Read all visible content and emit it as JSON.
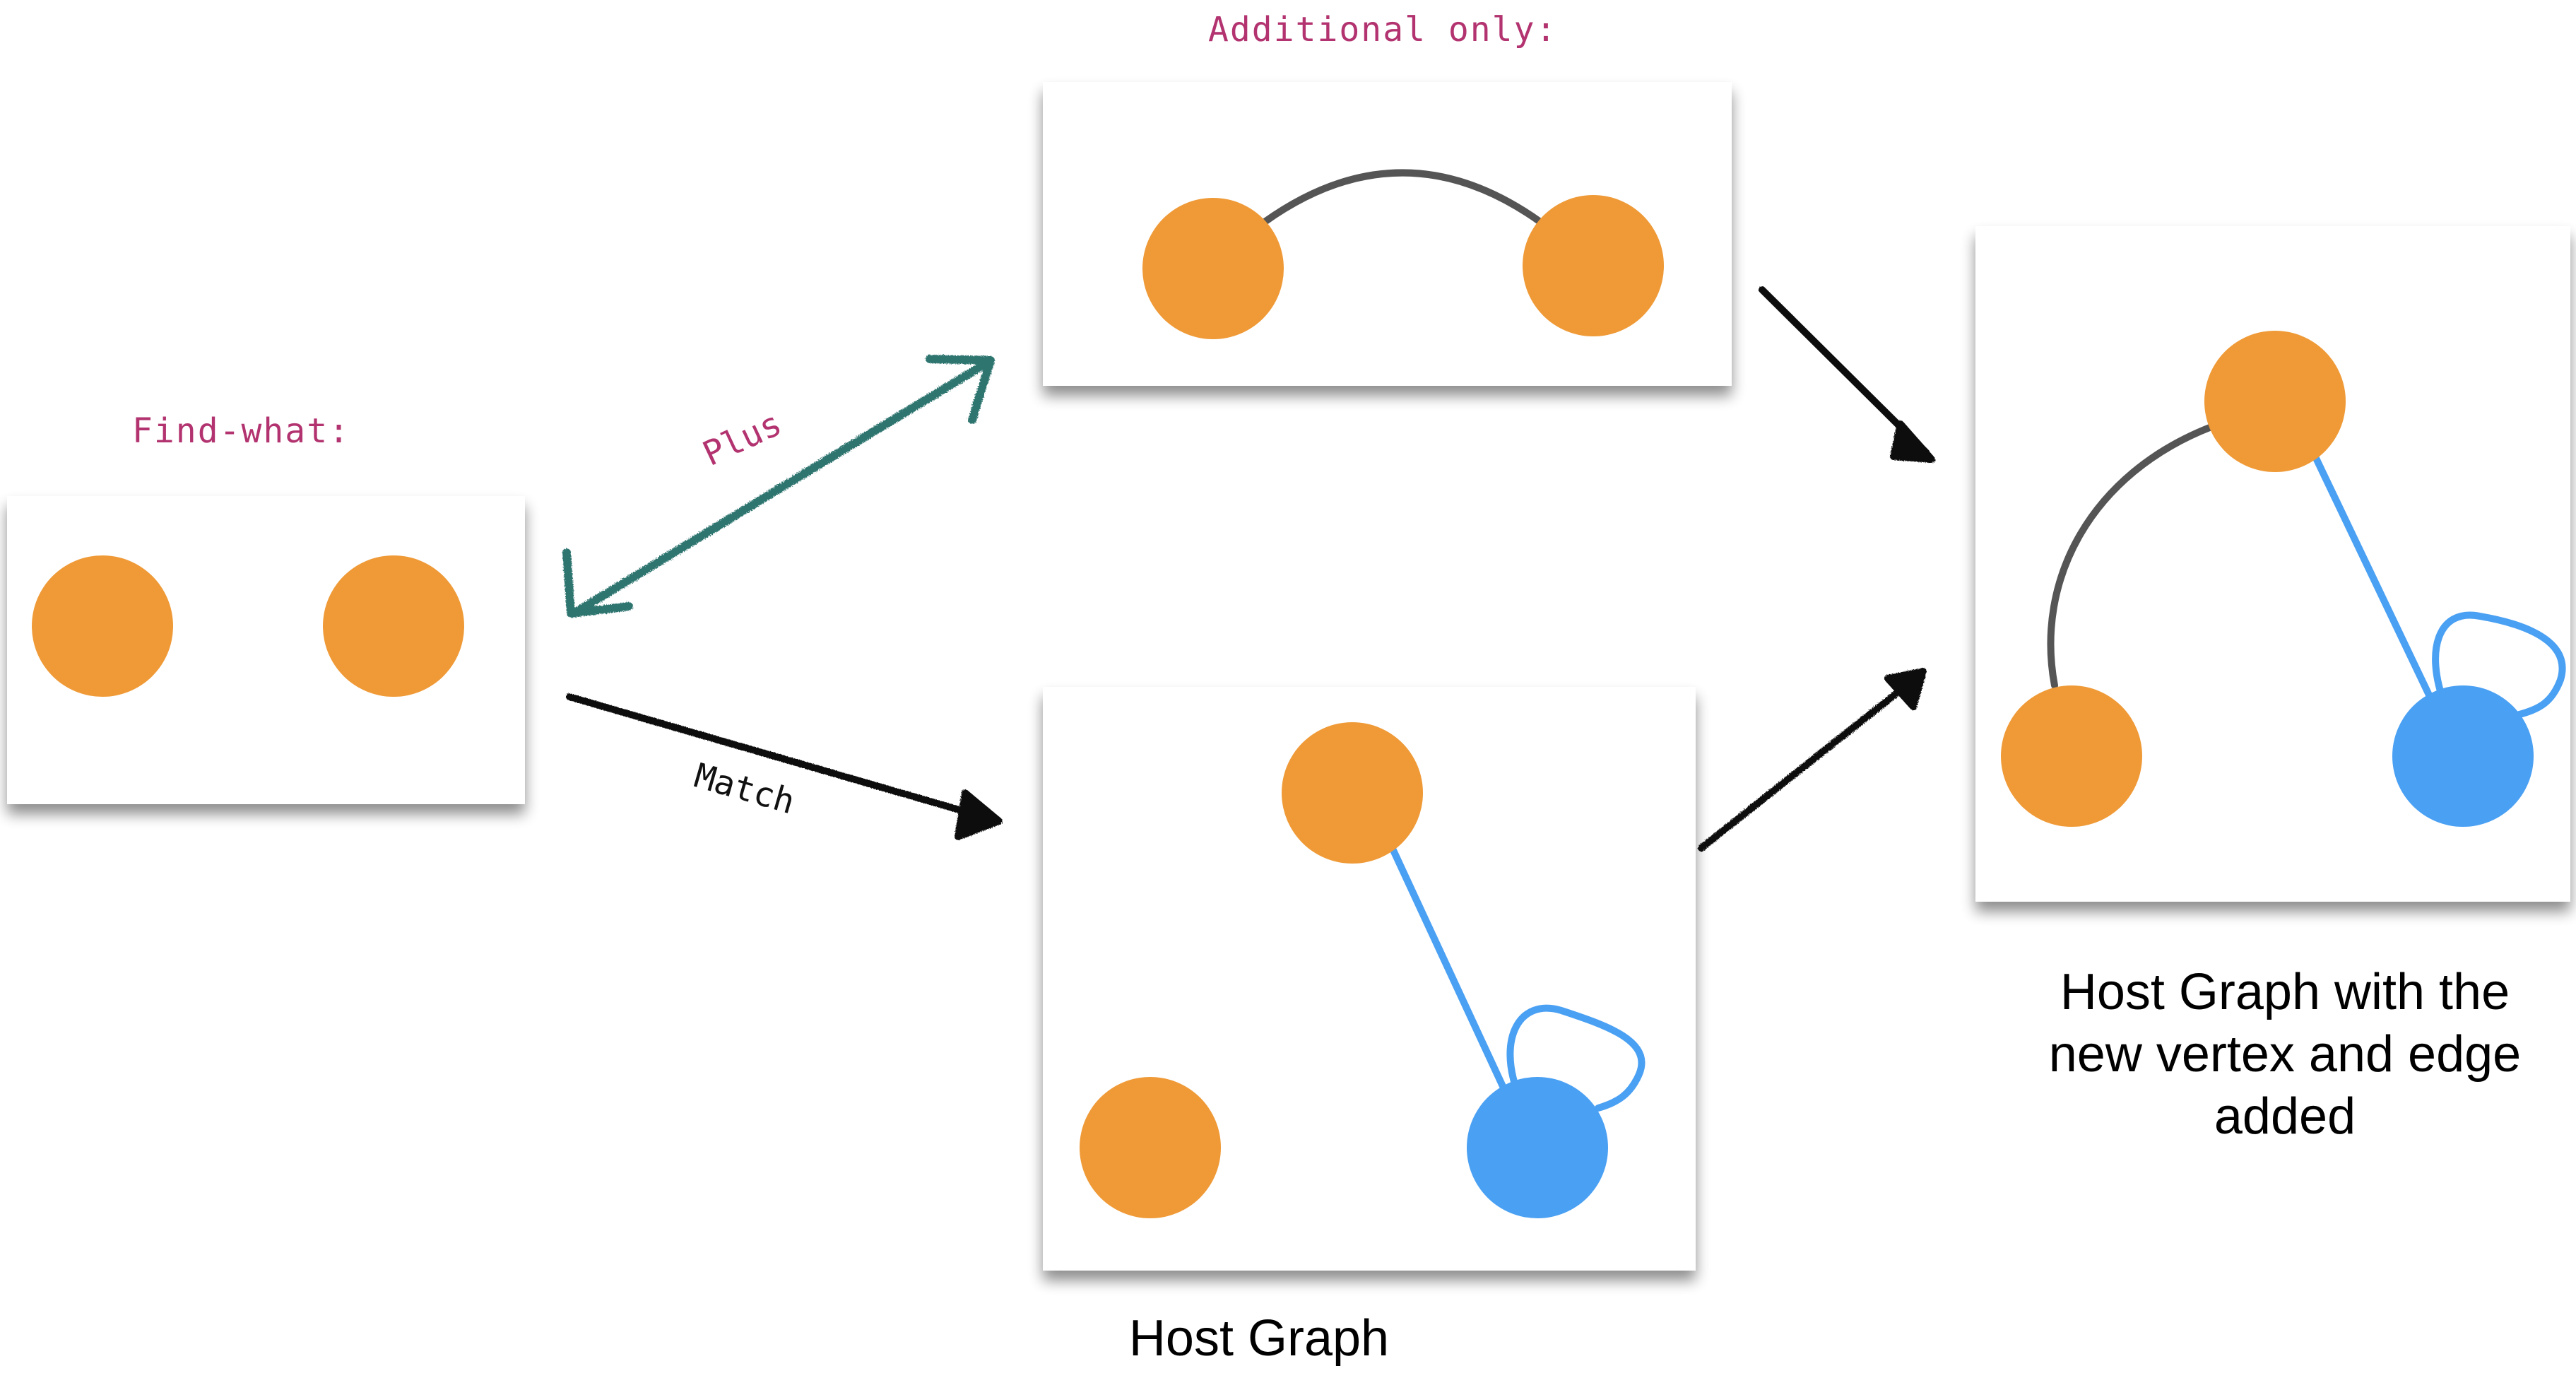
{
  "labels": {
    "find_what": "Find-what:",
    "additional_only": "Additional only:",
    "plus": "Plus",
    "match": "Match",
    "host_graph": "Host Graph",
    "result_caption": [
      "Host Graph with the",
      "new vertex and edge",
      "added"
    ]
  },
  "colors": {
    "label_magenta": "#b2336f",
    "vertex_orange": "#ef9a37",
    "vertex_blue": "#4aa0f3",
    "edge_gray": "#555555",
    "edge_blue": "#4aa0f3",
    "arrow_teal": "#2f7470",
    "arrow_black": "#111111",
    "panel_fill": "#ffffff",
    "panel_shadow": "#7a7a7a"
  }
}
